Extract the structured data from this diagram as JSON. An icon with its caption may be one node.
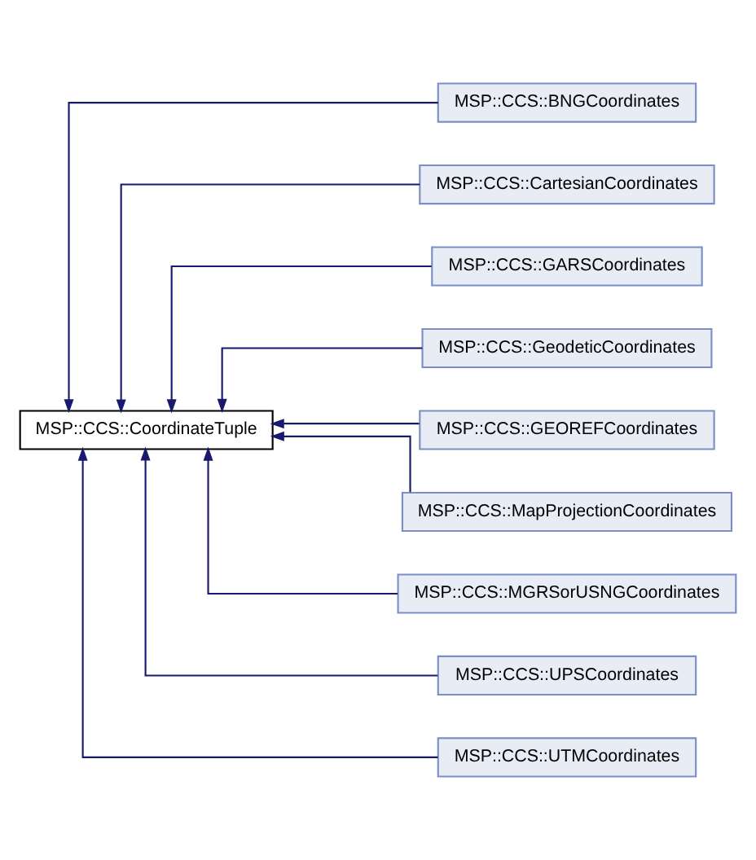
{
  "diagram": {
    "nodes": [
      {
        "text": [
          "MSP::CCS::CoordinateTuple"
        ]
      },
      {
        "text": [
          "MSP::CCS::BNGCoordinates"
        ]
      },
      {
        "text": [
          "MSP::CCS::CartesianCoordinates"
        ]
      },
      {
        "text": [
          "MSP::CCS::GARSCoordinates"
        ]
      },
      {
        "text": [
          "MSP::CCS::GeodeticCoordinates"
        ]
      },
      {
        "text": [
          "MSP::CCS::GEOREFCoordinates"
        ]
      },
      {
        "text": [
          "MSP::CCS::MapProjectionCoordinates"
        ]
      },
      {
        "text": [
          "MSP::CCS::MGRSorUSNGCoordinates"
        ]
      },
      {
        "text": [
          "MSP::CCS::UPSCoordinates"
        ]
      },
      {
        "text": [
          "MSP::CCS::UTMCoordinates"
        ]
      }
    ],
    "edges": [
      {
        "from": 1,
        "to": 0,
        "arrow": "to"
      },
      {
        "from": 2,
        "to": 0,
        "arrow": "to"
      },
      {
        "from": 3,
        "to": 0,
        "arrow": "to"
      },
      {
        "from": 4,
        "to": 0,
        "arrow": "to"
      },
      {
        "from": 5,
        "to": 0,
        "arrow": "to"
      },
      {
        "from": 6,
        "to": 0,
        "arrow": "to"
      },
      {
        "from": 7,
        "to": 0,
        "arrow": "to"
      },
      {
        "from": 8,
        "to": 0,
        "arrow": "to"
      },
      {
        "from": 9,
        "to": 0,
        "arrow": "to"
      }
    ]
  }
}
